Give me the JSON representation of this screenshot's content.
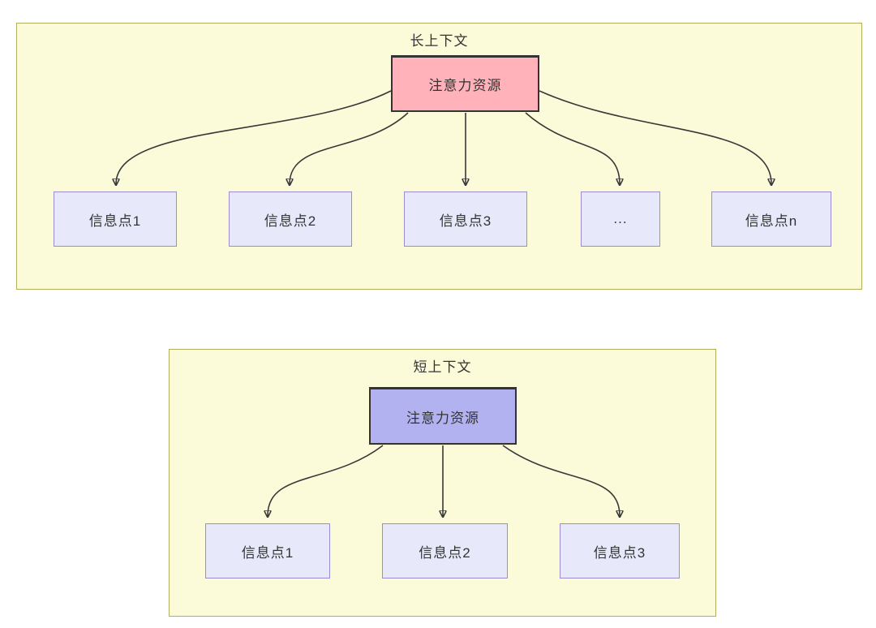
{
  "colors": {
    "page_background": "#ffffff",
    "panel_background": "#fbfbd9",
    "panel_border": "#b0b05c",
    "attention_long_fill": "#ffb2b9",
    "attention_short_fill": "#b2b2f0",
    "info_fill": "#e8e8fb",
    "info_border": "#9b8bd0",
    "arrow_stroke": "#383838",
    "text": "#333333"
  },
  "long_context": {
    "title": "长上下文",
    "attention_label": "注意力资源",
    "info_points": [
      {
        "label": "信息点1"
      },
      {
        "label": "信息点2"
      },
      {
        "label": "信息点3"
      },
      {
        "label": "..."
      },
      {
        "label": "信息点n"
      }
    ]
  },
  "short_context": {
    "title": "短上下文",
    "attention_label": "注意力资源",
    "info_points": [
      {
        "label": "信息点1"
      },
      {
        "label": "信息点2"
      },
      {
        "label": "信息点3"
      }
    ]
  }
}
